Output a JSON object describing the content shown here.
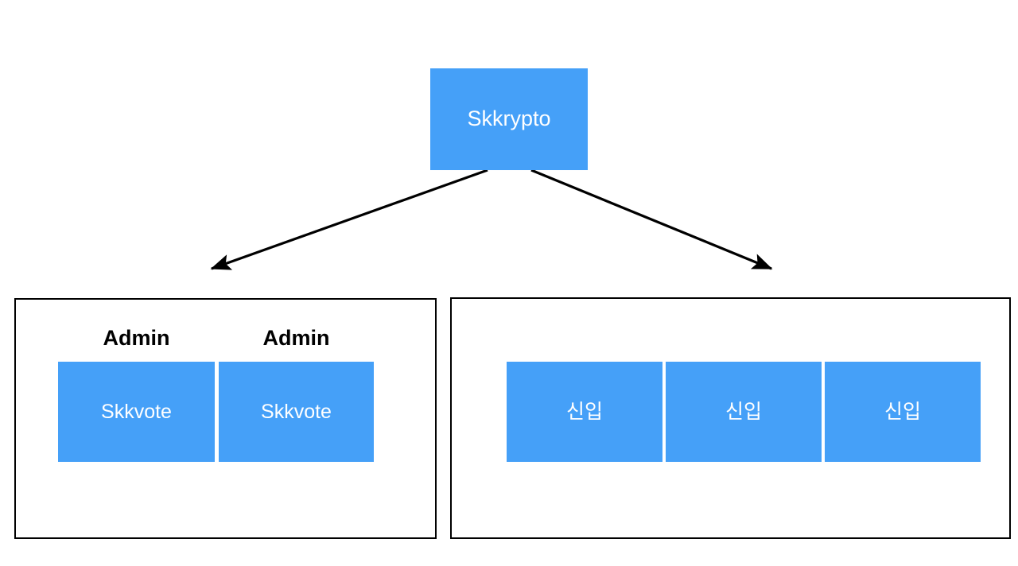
{
  "diagram": {
    "background_color": "#ffffff",
    "node_fill_color": "#45a0f8",
    "node_text_color": "#ffffff",
    "border_color": "#000000",
    "label_text_color": "#000000",
    "root": {
      "label": "Skkrypto"
    },
    "connectors": [
      {
        "name": "arrow-root-to-admin-group",
        "from": "Skkrypto",
        "to": "admin-group",
        "direction": "down-left",
        "has_arrowhead": true,
        "color": "#000000"
      },
      {
        "name": "arrow-root-to-new-group",
        "from": "Skkrypto",
        "to": "new-group",
        "direction": "down-right",
        "has_arrowhead": true,
        "color": "#000000"
      }
    ],
    "groups": [
      {
        "name": "admin-group",
        "members": [
          {
            "role_label": "Admin",
            "label": "Skkvote"
          },
          {
            "role_label": "Admin",
            "label": "Skkvote"
          }
        ]
      },
      {
        "name": "new-member-group",
        "members": [
          {
            "role_label": "",
            "label": "신입"
          },
          {
            "role_label": "",
            "label": "신입"
          },
          {
            "role_label": "",
            "label": "신입"
          }
        ]
      }
    ]
  }
}
